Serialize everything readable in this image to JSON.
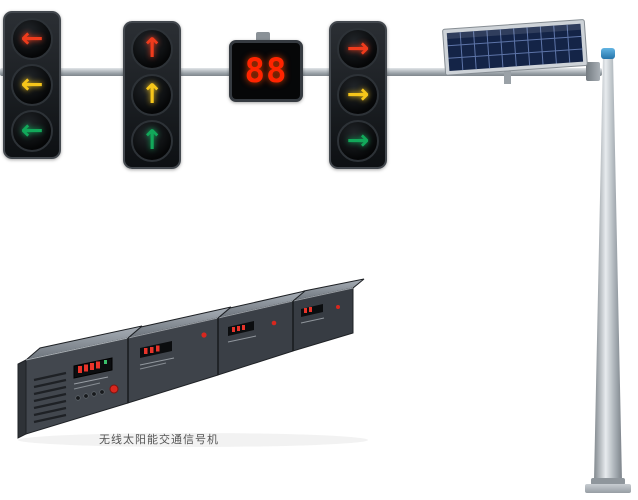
{
  "caption": "无线太阳能交通信号机",
  "countdown": {
    "digits": "88",
    "color": "#ff2400"
  },
  "signal_heads": [
    {
      "name": "left-arrow-signal-head",
      "lights": [
        {
          "name": "red-left-arrow-light",
          "glyph": "←",
          "color": "#ef3b1c"
        },
        {
          "name": "yellow-left-arrow-light",
          "glyph": "←",
          "color": "#f6c61a"
        },
        {
          "name": "green-left-arrow-light",
          "glyph": "←",
          "color": "#12a85a"
        }
      ]
    },
    {
      "name": "up-arrow-signal-head",
      "lights": [
        {
          "name": "red-up-arrow-light",
          "glyph": "↑",
          "color": "#ef3b1c"
        },
        {
          "name": "yellow-up-arrow-light",
          "glyph": "↑",
          "color": "#f6c61a"
        },
        {
          "name": "green-up-arrow-light",
          "glyph": "↑",
          "color": "#12a85a"
        }
      ]
    },
    {
      "name": "right-arrow-signal-head",
      "lights": [
        {
          "name": "red-right-arrow-light",
          "glyph": "→",
          "color": "#ef3b1c"
        },
        {
          "name": "yellow-right-arrow-light",
          "glyph": "→",
          "color": "#f6c61a"
        },
        {
          "name": "green-right-arrow-light",
          "glyph": "→",
          "color": "#12a85a"
        }
      ]
    }
  ],
  "colors": {
    "pole": "#9aa2a8",
    "pole_cap_blue": "#2f8ec7",
    "signal_housing": "#15181b",
    "solar_cell_blue": "#142447",
    "controller_body": "#42474e",
    "countdown_red": "#ff2400"
  }
}
